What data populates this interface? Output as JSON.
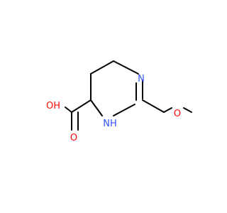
{
  "molecule": {
    "atoms": {
      "carboxyl_oh": {
        "label": "OH",
        "color": "#ff0d0d"
      },
      "carbonyl_o": {
        "label": "O",
        "color": "#ff0d0d"
      },
      "ether_o": {
        "label": "O",
        "color": "#ff0d0d"
      },
      "ring_n": {
        "label": "N",
        "color": "#3050f8"
      },
      "ring_nh": {
        "label": "NH",
        "color": "#3050f8"
      }
    },
    "bond_color": "#000000"
  }
}
